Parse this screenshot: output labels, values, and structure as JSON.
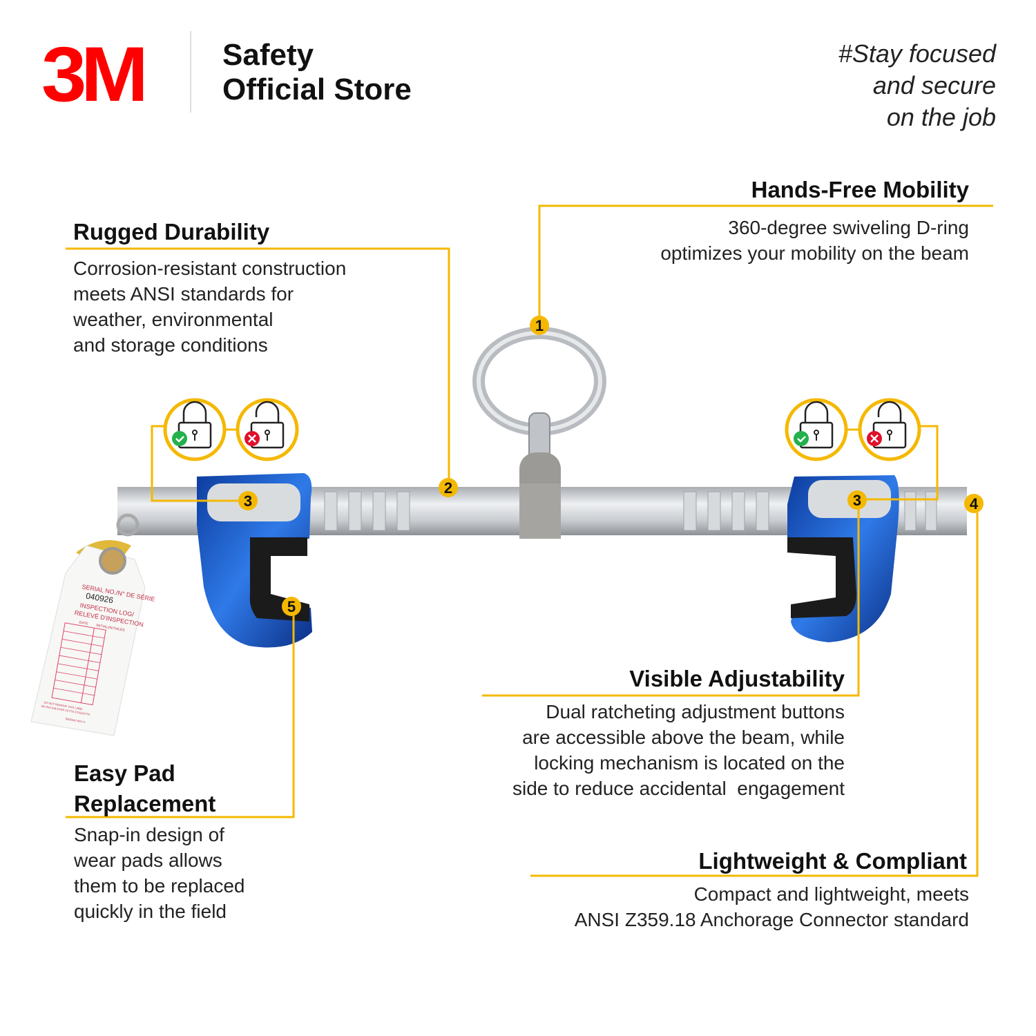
{
  "brand": {
    "logo": "3M",
    "store_line1": "Safety",
    "store_line2": "Official Store",
    "tagline": [
      "#Stay focused",
      "and secure",
      "on the job"
    ]
  },
  "colors": {
    "accent": "#f5b800",
    "brand_red": "#ff0000",
    "clamp_blue": "#1f5fd0",
    "check_green": "#22b14c",
    "cross_red": "#e0102a"
  },
  "features": [
    {
      "id": "1",
      "title": "Hands-Free Mobility",
      "lines": [
        "360-degree swiveling D-ring",
        "optimizes your mobility on the beam"
      ]
    },
    {
      "id": "2",
      "title": "Rugged Durability",
      "lines": [
        "Corrosion-resistant construction",
        "meets ANSI standards for",
        "weather, environmental",
        "and storage conditions"
      ]
    },
    {
      "id": "3",
      "title": "Visible Adjustability",
      "lines": [
        "Dual ratcheting adjustment buttons",
        "are accessible above the beam, while",
        "locking mechanism is located on the",
        "side to reduce accidental  engagement"
      ]
    },
    {
      "id": "4",
      "title": "Lightweight & Compliant",
      "lines": [
        "Compact and lightweight, meets",
        "ANSI Z359.18 Anchorage Connector standard"
      ]
    },
    {
      "id": "5",
      "title_lines": [
        "Easy Pad",
        "Replacement"
      ],
      "lines": [
        "Snap-in design of",
        "wear pads allows",
        "them to be replaced",
        "quickly in the field"
      ]
    }
  ],
  "badges": {
    "b1": "1",
    "b2": "2",
    "b3": "3",
    "b4": "4",
    "b5": "5"
  },
  "lock_icons": [
    "lock-locked-check-icon",
    "lock-unlocked-cross-icon"
  ],
  "inspection_tag": {
    "line1": "SERIAL NO./N° DE SÉRIE",
    "serial": "040926",
    "line3": "INSPECTION LOG/",
    "line4": "RELEVÉ D'INSPECTION",
    "col1": "DATE",
    "col2": "INITIAL/INITIALES",
    "footer1": "DO NOT REMOVE THIS LABEL",
    "footer2": "NE PAS ENLEVER CETTE ETIQUETTE",
    "part": "9505542 REV A"
  }
}
